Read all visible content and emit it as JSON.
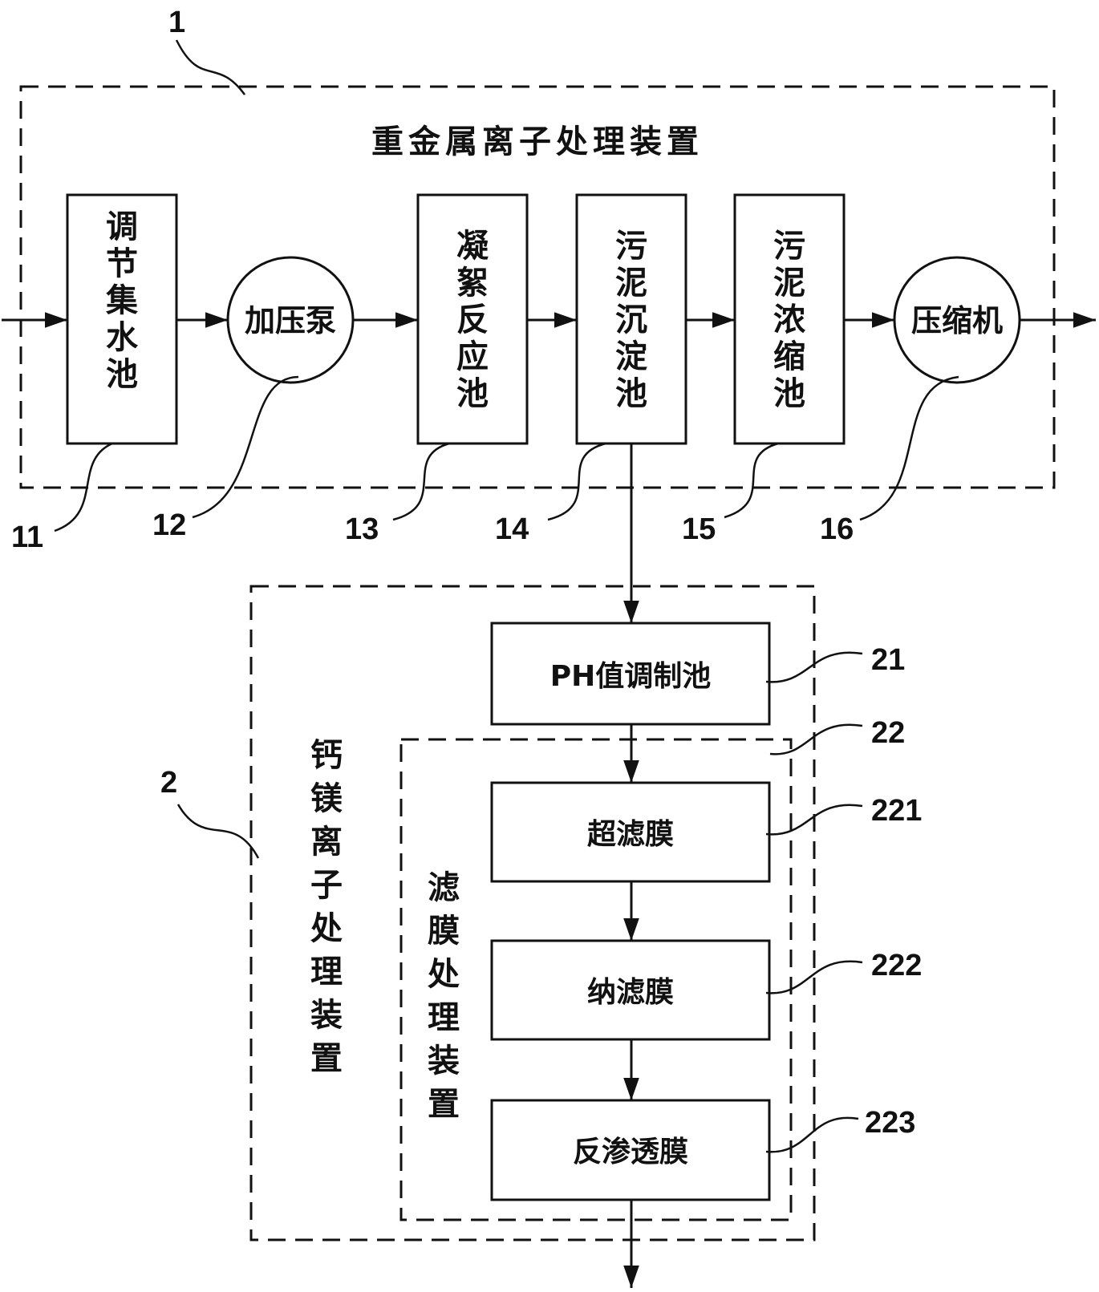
{
  "heavy_metal_unit": {
    "ref": "1",
    "title": "重金属离子处理装置",
    "stages": [
      {
        "ref": "11",
        "text": "调节集水池"
      },
      {
        "ref": "12",
        "text": "加压泵"
      },
      {
        "ref": "13",
        "text": "凝絮反应池"
      },
      {
        "ref": "14",
        "text": "污泥沉淀池"
      },
      {
        "ref": "15",
        "text": "污泥浓缩池"
      },
      {
        "ref": "16",
        "text": "压缩机"
      }
    ]
  },
  "ca_mg_unit": {
    "ref": "2",
    "title": "钙镁离子处理装置",
    "ph_tank": {
      "ref": "21",
      "text": "PH值调制池"
    },
    "membrane_unit": {
      "ref": "22",
      "title": "滤膜处理装置",
      "membranes": [
        {
          "ref": "221",
          "text": "超滤膜"
        },
        {
          "ref": "222",
          "text": "纳滤膜"
        },
        {
          "ref": "223",
          "text": "反渗透膜"
        }
      ]
    }
  }
}
